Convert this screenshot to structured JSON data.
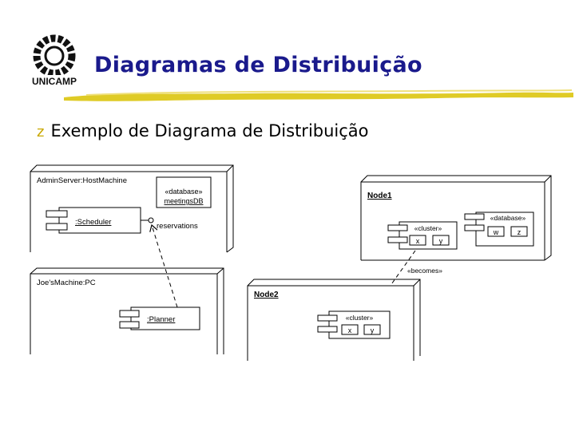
{
  "header": {
    "logo_text": "UNICAMP",
    "title": "Diagramas de Distribuição",
    "accent_color": "#1a1a8c",
    "underline_color": "#d9c200"
  },
  "content": {
    "bullet_icon": "z-bullet",
    "bullet_glyph": "z",
    "bullet_text": "Exemplo de Diagrama de Distribuição"
  },
  "diagram": {
    "admin_server": {
      "name": "AdminServer:HostMachine"
    },
    "database": {
      "stereotype": "«database»",
      "name": "meetingsDB"
    },
    "scheduler": {
      "name": ":Scheduler"
    },
    "reservations": {
      "label": "reservations"
    },
    "joes_machine": {
      "name": "Joe'sMachine:PC"
    },
    "planner": {
      "name": ":Planner"
    },
    "node1": {
      "name": "Node1",
      "database_stereotype": "«database»",
      "cluster_stereotype": "«cluster»",
      "cluster_items": [
        "x",
        "y"
      ],
      "database_items": [
        "w",
        "z"
      ]
    },
    "becomes_label": "«becomes»",
    "node2": {
      "name": "Node2",
      "cluster_stereotype": "«cluster»",
      "cluster_items": [
        "x",
        "y"
      ]
    }
  }
}
